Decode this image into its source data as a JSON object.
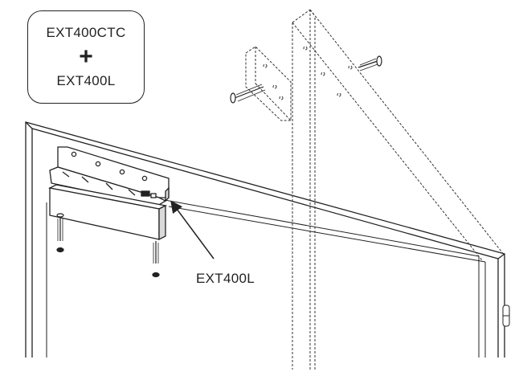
{
  "kit_box": {
    "part_a": "EXT400CTC",
    "plus": "+",
    "part_b": "EXT400L"
  },
  "callout": {
    "label": "EXT400L"
  },
  "colors": {
    "line": "#222222",
    "fill": "#ffffff",
    "shade": "#d9d9d9"
  }
}
